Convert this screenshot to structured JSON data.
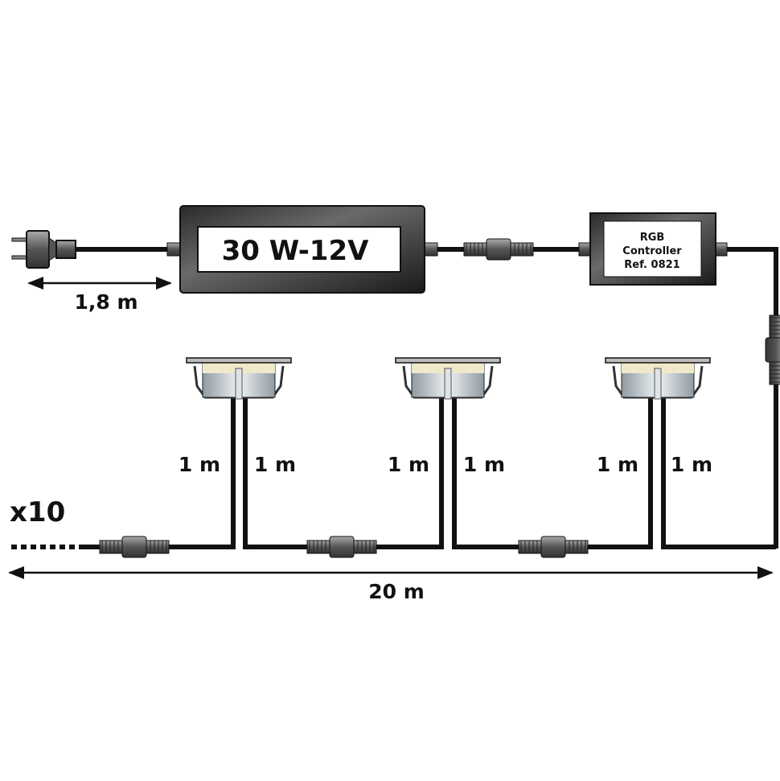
{
  "power_supply": {
    "label": "30 W-12V"
  },
  "controller": {
    "line1": "RGB",
    "line2": "Controller",
    "line3": "Ref. 0821"
  },
  "dimensions": {
    "plug_cable": "1,8 m",
    "total_length": "20 m",
    "multiplier": "x10",
    "light_leads": [
      "1 m",
      "1 m",
      "1 m",
      "1 m",
      "1 m",
      "1 m"
    ]
  }
}
